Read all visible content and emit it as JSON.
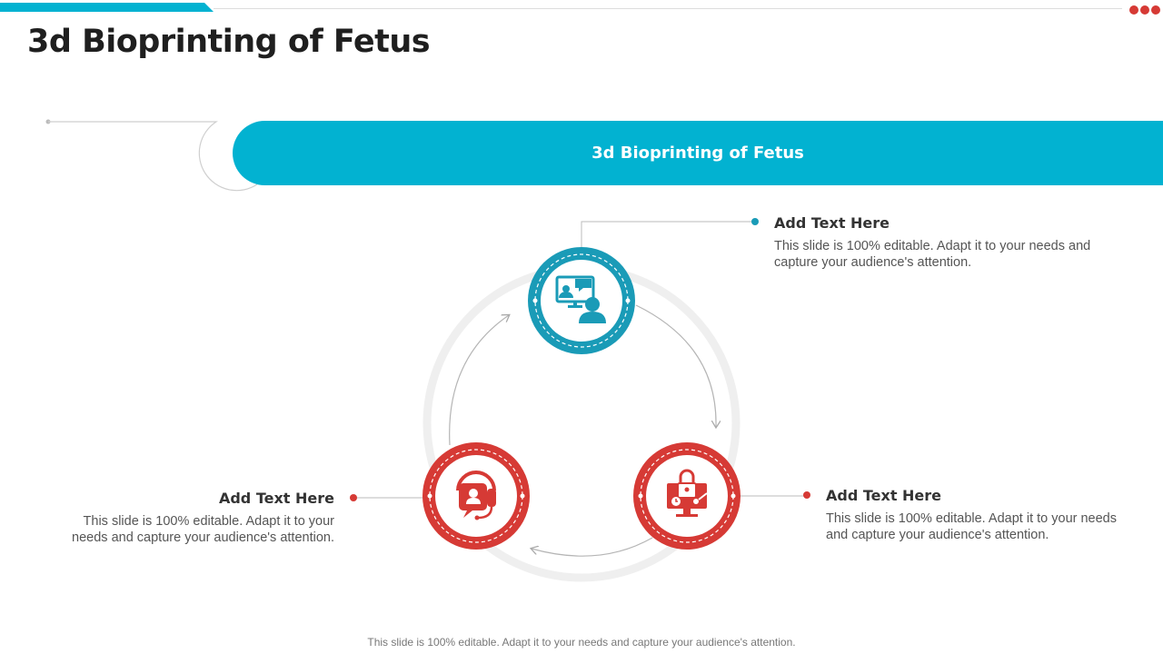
{
  "slide": {
    "title": "3d Bioprinting of Fetus",
    "banner_text": "3d Bioprinting of Fetus",
    "footer_note": "This slide is 100% editable. Adapt it to your needs and capture your audience's attention."
  },
  "items": [
    {
      "heading": "Add Text Here",
      "body": "This slide is 100% editable. Adapt it to your needs and capture your audience's attention.",
      "icon": "video-conference-icon",
      "color": "#1a9bb7"
    },
    {
      "heading": "Add Text Here",
      "body": "This slide is 100% editable. Adapt it to your needs and capture your audience's attention.",
      "icon": "computer-security-icon",
      "color": "#d63a35"
    },
    {
      "heading": "Add Text Here",
      "body": "This slide is 100% editable. Adapt it to your needs and capture your audience's attention.",
      "icon": "customer-support-icon",
      "color": "#d63a35"
    }
  ],
  "colors": {
    "accent_cyan": "#02b2d1",
    "teal": "#1a9bb7",
    "red": "#d63a35",
    "ring_gray": "#efefef"
  }
}
